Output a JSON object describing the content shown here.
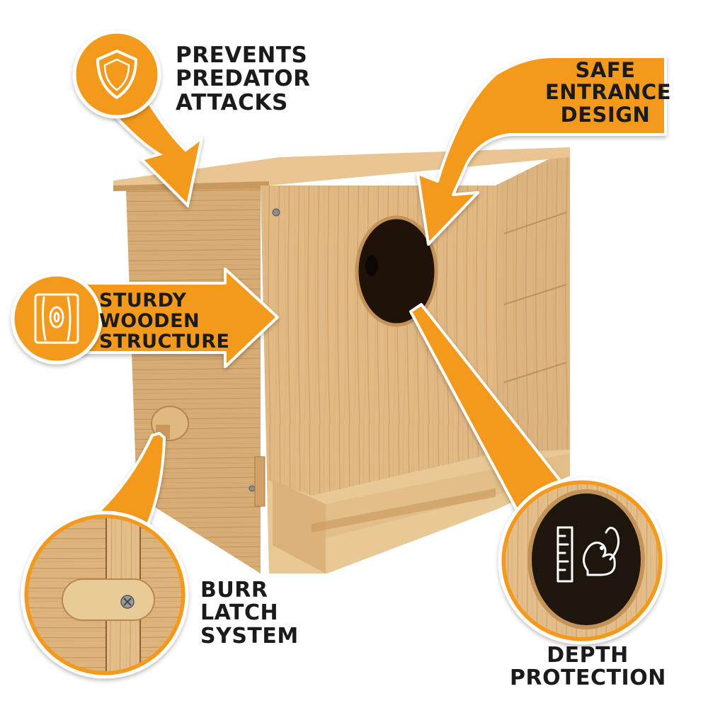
{
  "callouts": {
    "predator": {
      "line1": "PREVENTS",
      "line2": "PREDATOR",
      "line3": "ATTACKS",
      "icon": "shield-icon"
    },
    "entrance": {
      "line1": "SAFE",
      "line2": "ENTRANCE",
      "line3": "DESIGN"
    },
    "wooden": {
      "line1": "STURDY",
      "line2": "WOODEN",
      "line3": "STRUCTURE",
      "icon": "wood-grain-icon"
    },
    "latch": {
      "line1": "BURR",
      "line2": "LATCH",
      "line3": "SYSTEM"
    },
    "depth": {
      "line1": "DEPTH",
      "line2": "PROTECTION",
      "icon": "ruler-squirrel-icon"
    }
  },
  "colors": {
    "accent": "#F39A1E",
    "wood_light": "#E7C595",
    "wood_mid": "#D3A66B",
    "wood_dark": "#B78650",
    "hole": "#1e1209",
    "text": "#1b1b1b"
  }
}
